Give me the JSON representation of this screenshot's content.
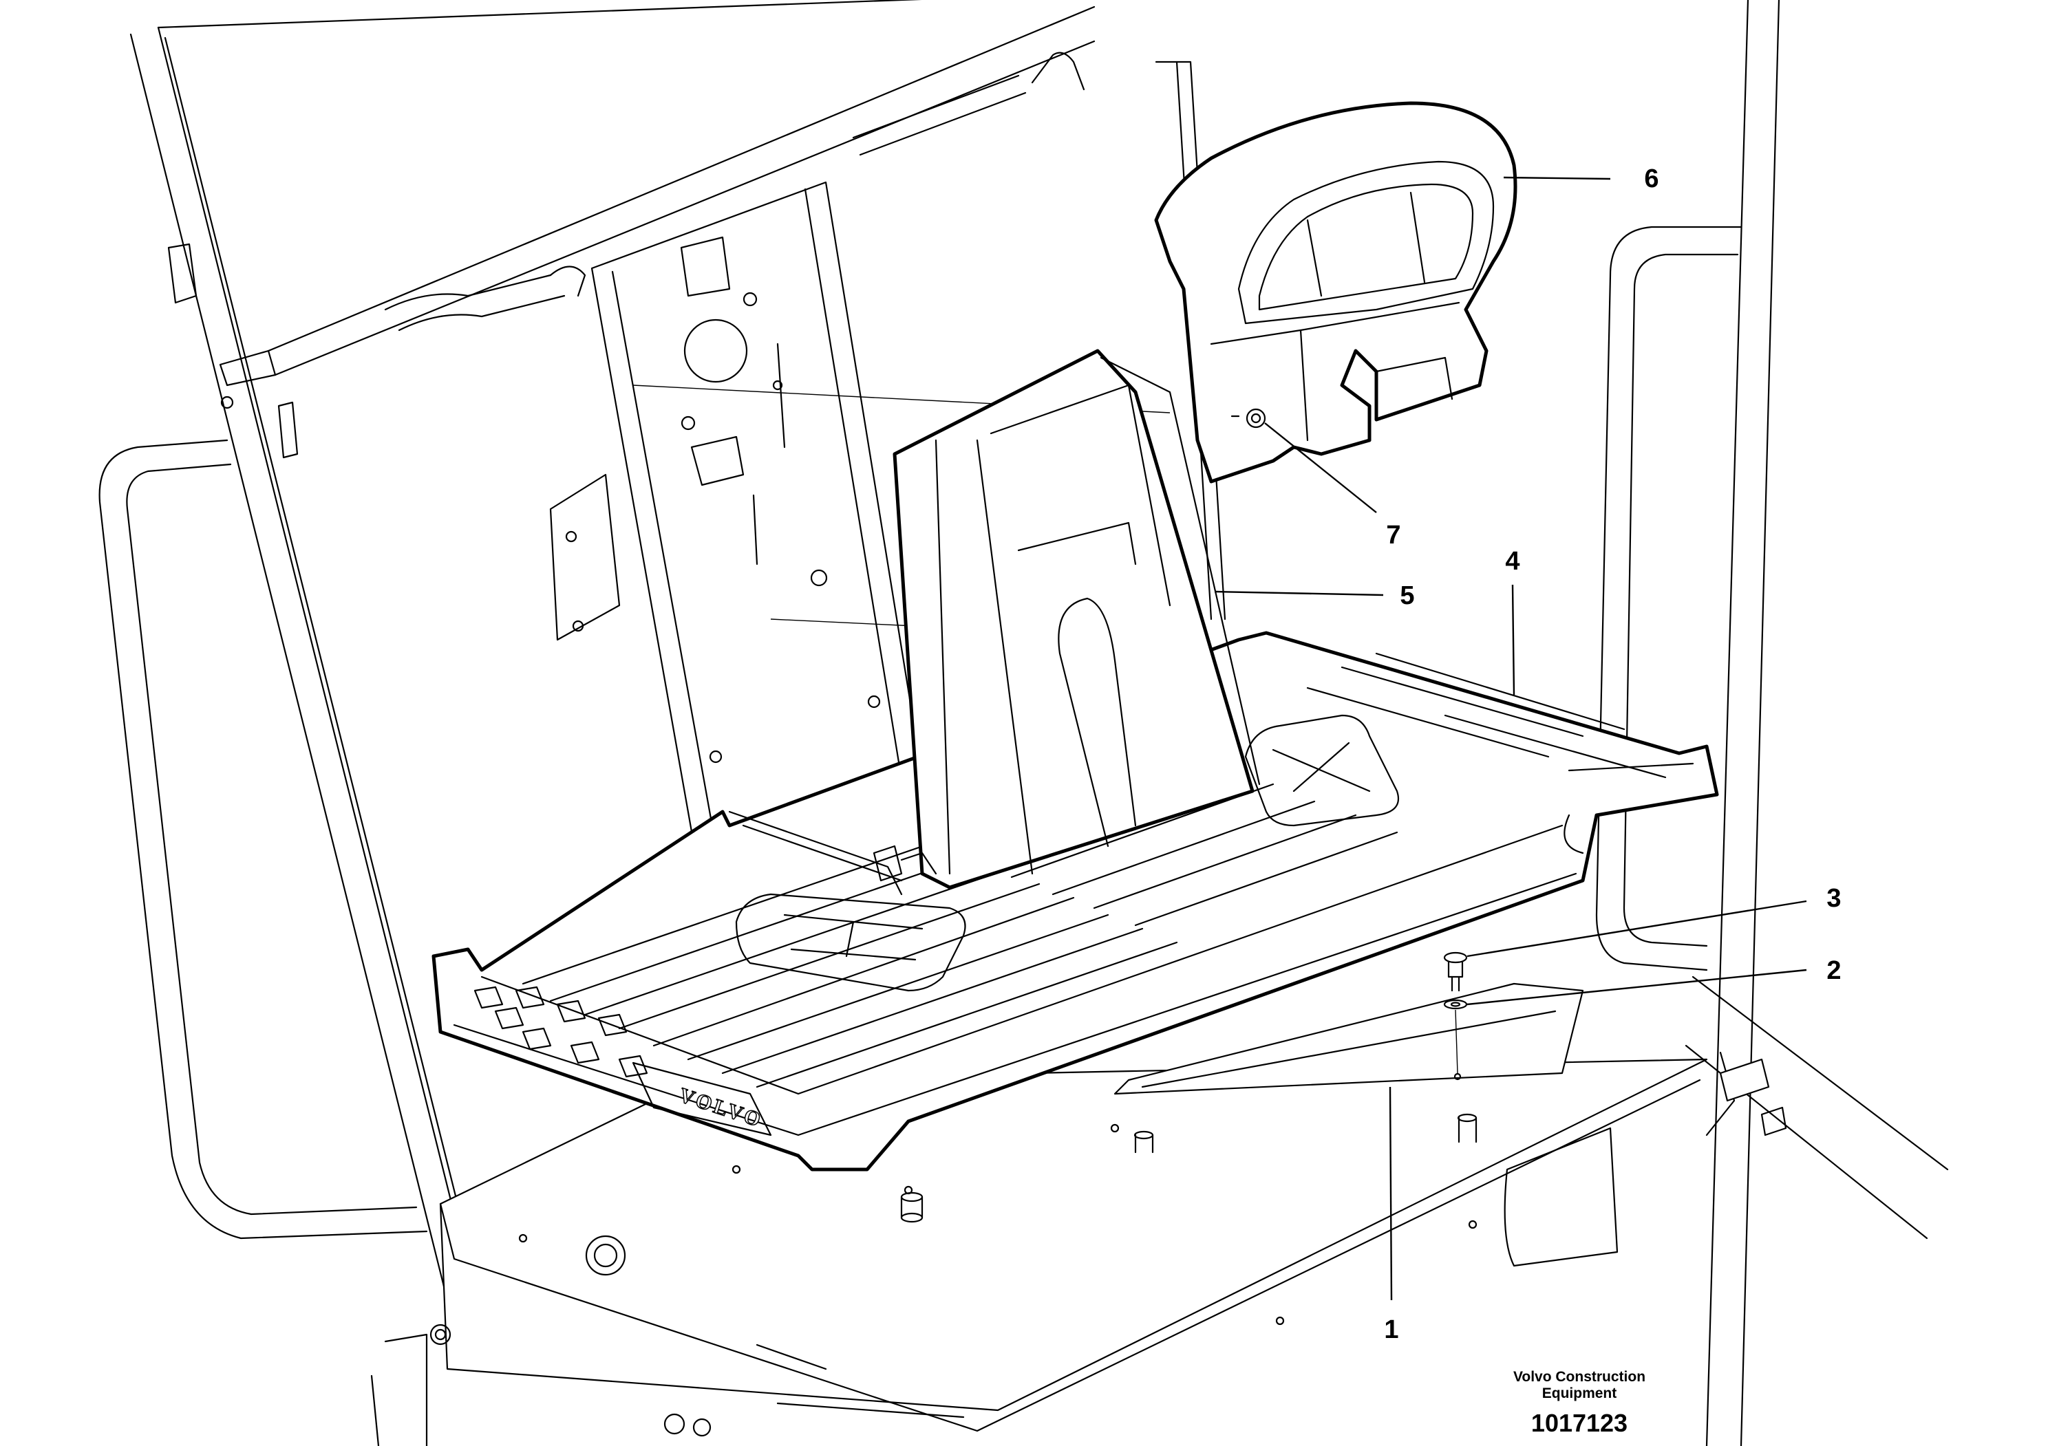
{
  "callouts": {
    "c1": "1",
    "c2": "2",
    "c3": "3",
    "c4": "4",
    "c5": "5",
    "c6": "6",
    "c7": "7"
  },
  "floor_logo": "VOLVO",
  "credit": {
    "line1": "Volvo Construction",
    "line2": "Equipment",
    "drawing_number": "1017123"
  },
  "colors": {
    "line": "#000000",
    "background": "#ffffff"
  }
}
